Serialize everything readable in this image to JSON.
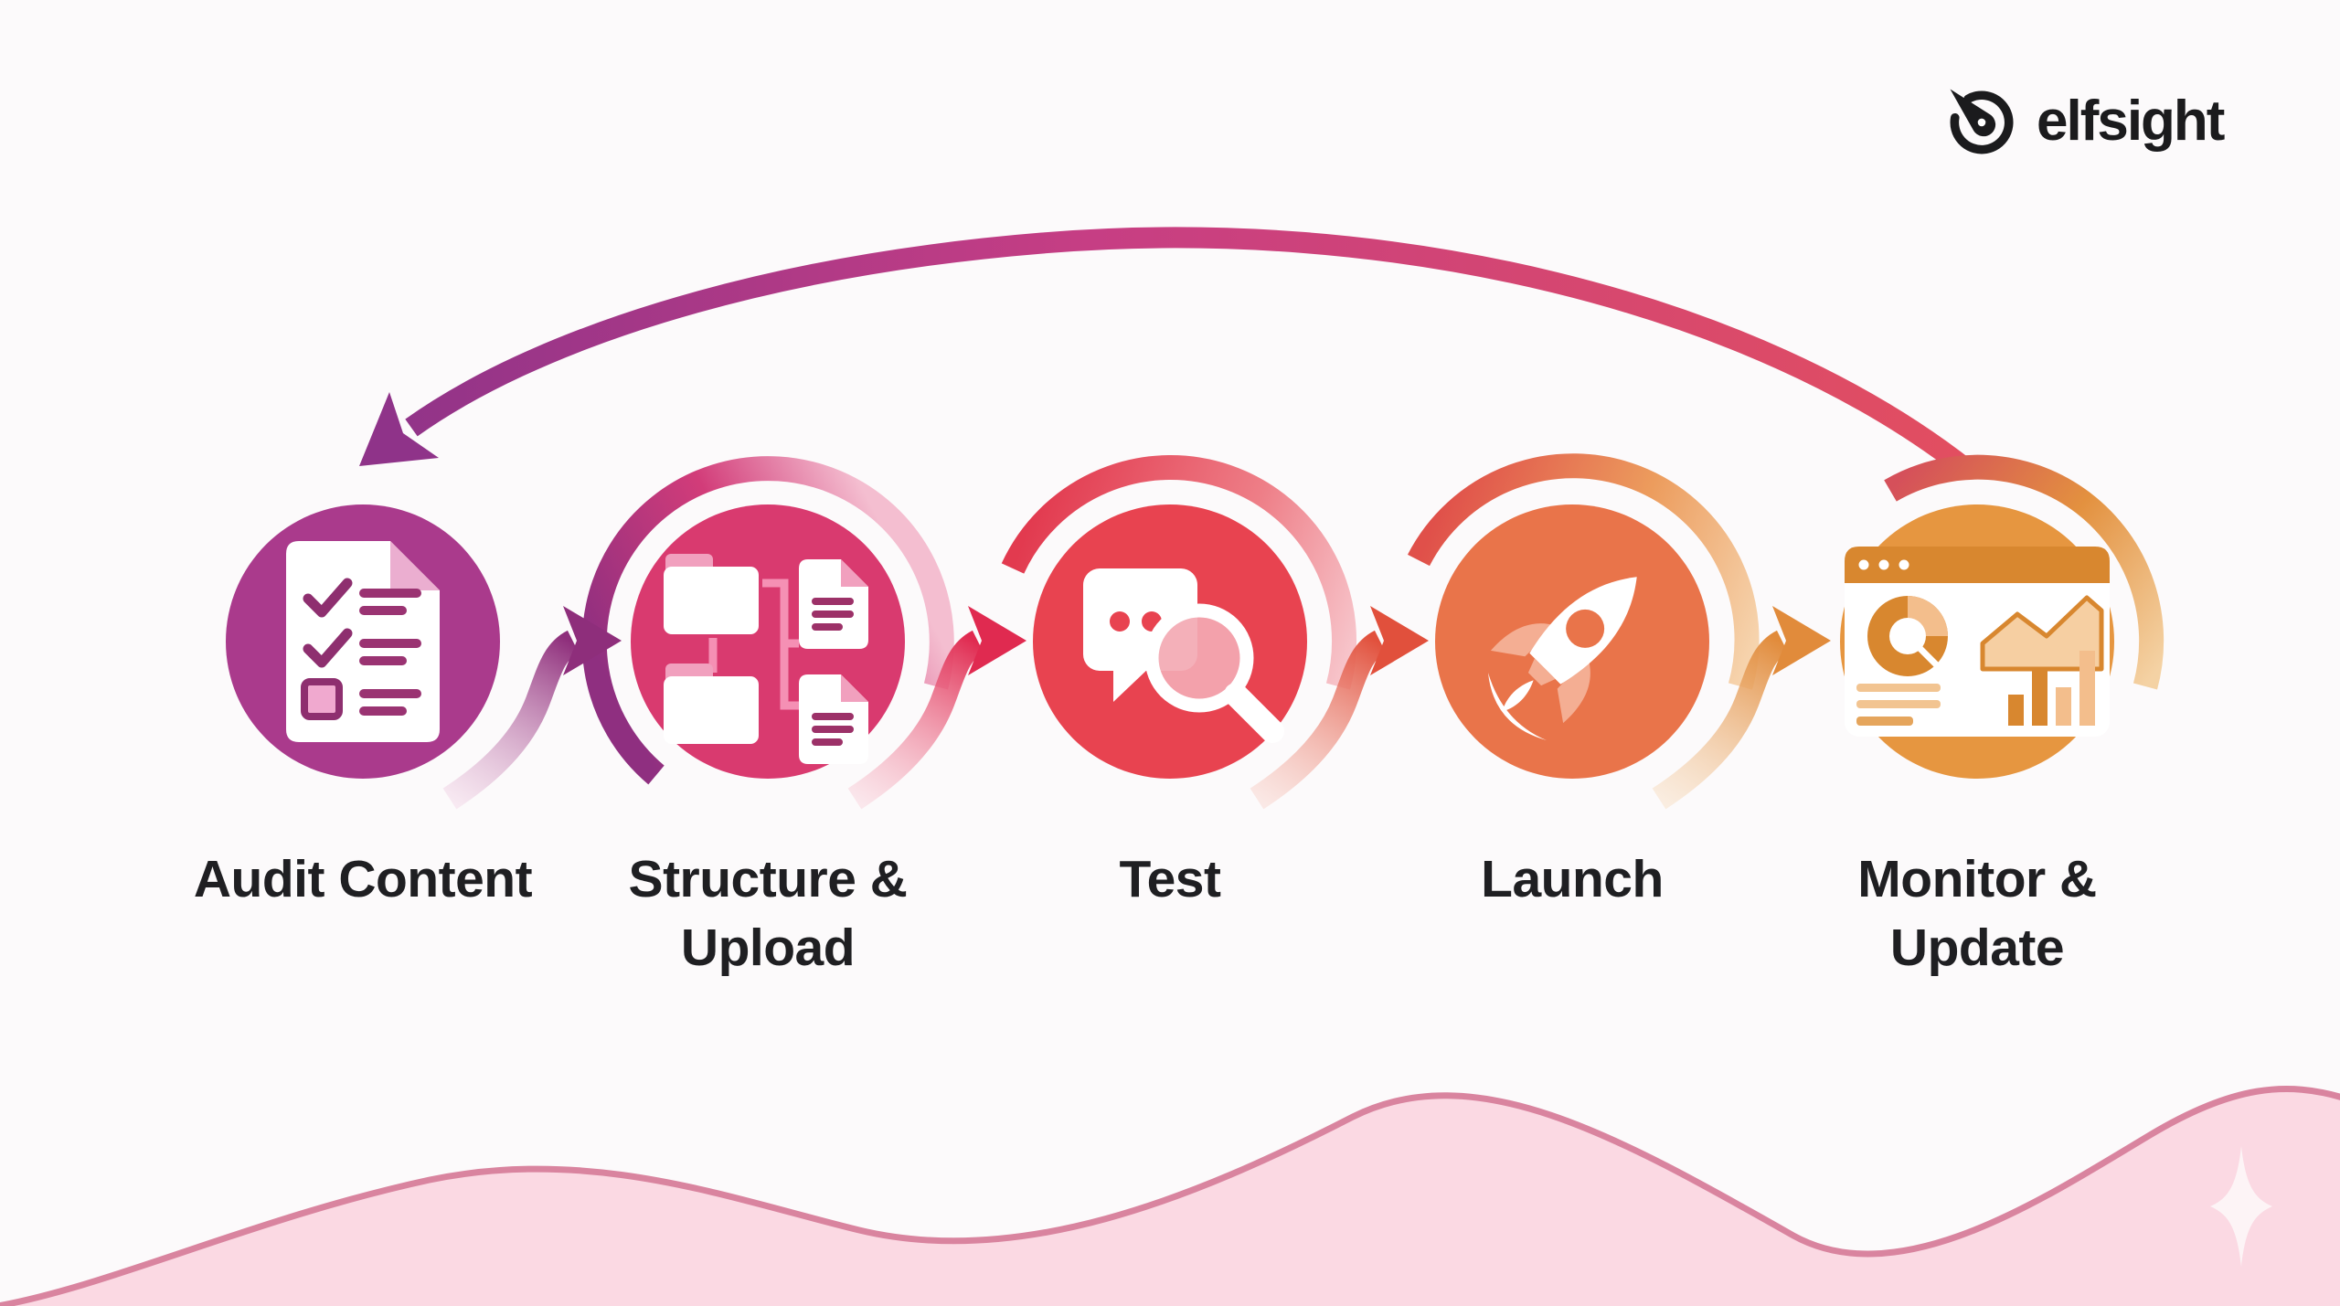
{
  "brand": {
    "name": "elfsight",
    "logo_icon": "gauge-logo-icon",
    "text_color": "#1B1B1D"
  },
  "process": {
    "steps": [
      {
        "label": "Audit Content",
        "circle_color": "#AA3A8C",
        "icon": "checklist-document-icon"
      },
      {
        "label": "Structure & Upload",
        "circle_color": "#D93A6F",
        "icon": "folder-file-structure-icon"
      },
      {
        "label": "Test",
        "circle_color": "#E84350",
        "icon": "chat-magnifier-icon"
      },
      {
        "label": "Launch",
        "circle_color": "#E9744A",
        "icon": "rocket-icon"
      },
      {
        "label": "Monitor & Update",
        "circle_color": "#E69640",
        "icon": "analytics-dashboard-icon"
      }
    ],
    "connectors": {
      "arrow_1_2_color": "#8E2E7B",
      "arrow_2_3_color": "#E02A50",
      "arrow_3_4_color": "#E1503C",
      "arrow_4_5_color": "#E18B3B",
      "loop_arrow_start_color": "#8F3389",
      "loop_arrow_end_color": "#E24E60"
    },
    "label_color": "#1F1F22"
  },
  "background": {
    "page_color": "#FCFAFB",
    "wave_fill": "#FBD9E3",
    "wave_stroke": "#D9849F",
    "sparkle_color": "#FDF4F6"
  }
}
